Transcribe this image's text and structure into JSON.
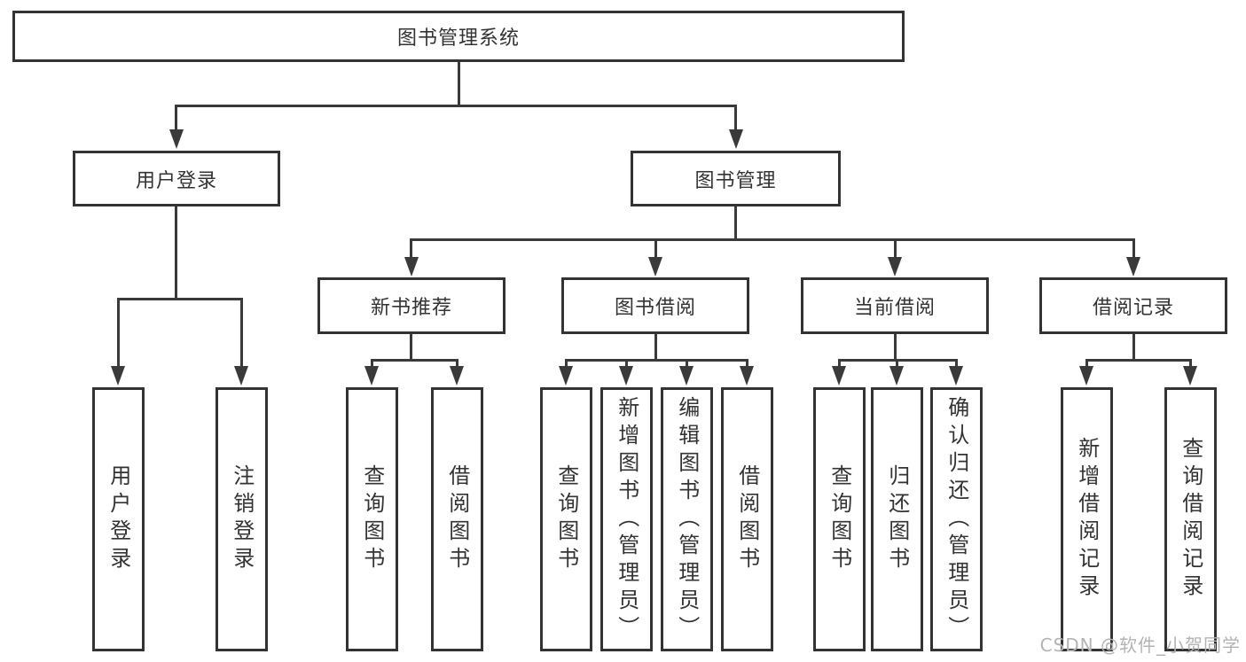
{
  "diagram": {
    "root": "图书管理系统",
    "level2": {
      "user_login": "用户登录",
      "book_management": "图书管理"
    },
    "level3": {
      "new_book_recommend": "新书推荐",
      "book_borrow": "图书借阅",
      "current_borrow": "当前借阅",
      "borrow_records": "借阅记录"
    },
    "leaves": {
      "user_login": [
        "用户登录",
        "注销登录"
      ],
      "new_book_recommend": [
        "查询图书",
        "借阅图书"
      ],
      "book_borrow": [
        "查询图书",
        "新增图书（管理员）",
        "编辑图书（管理员）",
        "借阅图书"
      ],
      "current_borrow": [
        "查询图书",
        "归还图书",
        "确认归还（管理员）"
      ],
      "borrow_records": [
        "新增借阅记录",
        "查询借阅记录"
      ]
    }
  },
  "watermark": "CSDN @软件_小贺同学"
}
